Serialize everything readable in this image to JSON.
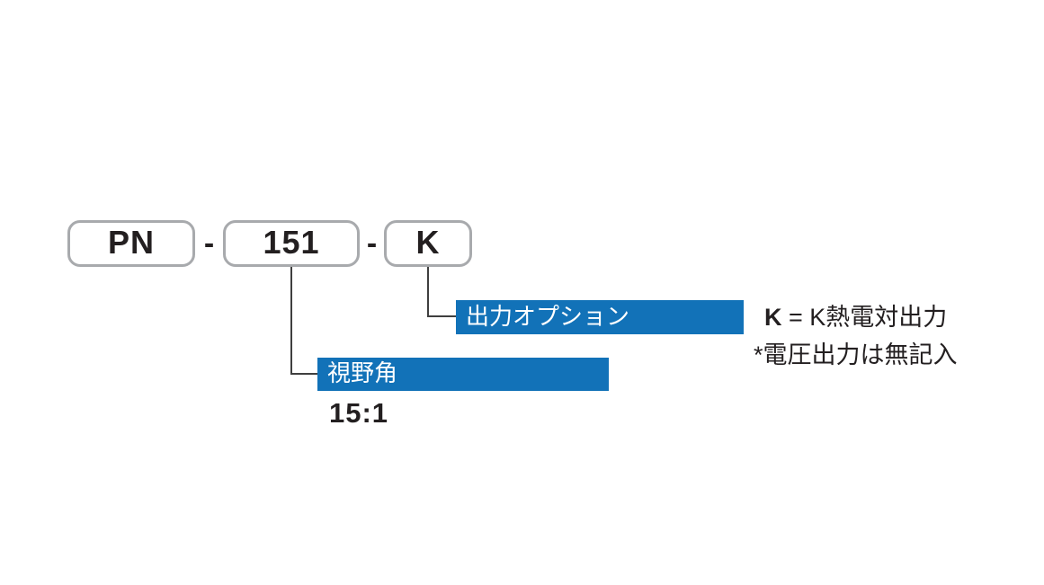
{
  "model_code": {
    "boxes": [
      {
        "label": "PN"
      },
      {
        "label": "151"
      },
      {
        "label": "K"
      }
    ],
    "separator": "-"
  },
  "callouts": {
    "output_option": {
      "bar_label": "出力オプション",
      "note_bold": "K",
      "note_rest": " = K熱電対出力",
      "note_footnote": "*電圧出力は無記入"
    },
    "field_of_view": {
      "bar_label": "視野角",
      "value": "15:1"
    }
  },
  "colors": {
    "bar_blue": "#1272b8",
    "box_border": "#a8aaad",
    "connector_line": "#3f3f3f",
    "text": "#231f20",
    "bar_text": "#ffffff",
    "background": "#ffffff"
  }
}
